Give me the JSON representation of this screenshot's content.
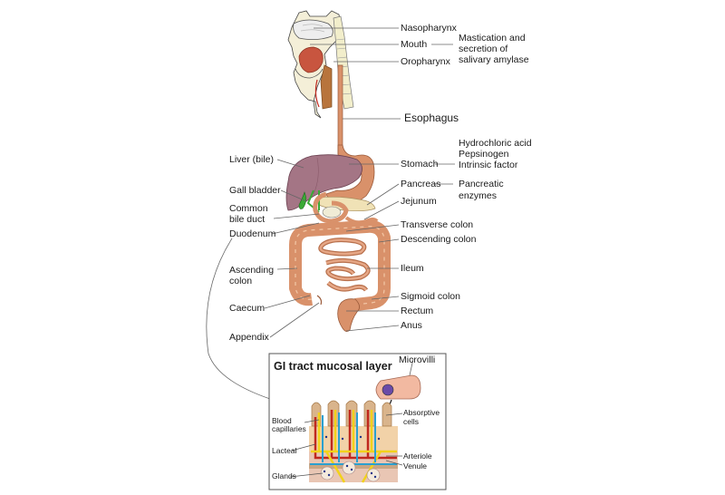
{
  "diagram": {
    "organ_labels_right": {
      "nasopharynx": "Nasopharynx",
      "mouth": "Mouth",
      "oropharynx": "Oropharynx",
      "esophagus": "Esophagus",
      "stomach": "Stomach",
      "pancreas": "Pancreas",
      "jejunum": "Jejunum",
      "transverse_colon": "Transverse colon",
      "descending_colon": "Descending colon",
      "ileum": "Ileum",
      "sigmoid_colon": "Sigmoid colon",
      "rectum": "Rectum",
      "anus": "Anus"
    },
    "organ_labels_left": {
      "liver": "Liver (bile)",
      "gall_bladder": "Gall bladder",
      "common_bile_duct_1": "Common",
      "common_bile_duct_2": "bile duct",
      "duodenum": "Duodenum",
      "ascending_colon_1": "Ascending",
      "ascending_colon_2": "colon",
      "caecum": "Caecum",
      "appendix": "Appendix"
    },
    "functions": {
      "mouth_1": "Mastication and",
      "mouth_2": "secretion of",
      "mouth_3": "salivary amylase",
      "stomach_1": "Hydrochloric acid",
      "stomach_2": "Pepsinogen",
      "stomach_3": "Intrinsic factor",
      "pancreas_1": "Pancreatic",
      "pancreas_2": "enzymes"
    },
    "inset": {
      "title": "GI tract mucosal layer",
      "microvilli": "Microvilli",
      "blood_capillaries_1": "Blood",
      "blood_capillaries_2": "capillaries",
      "lacteal": "Lacteal",
      "glands": "Glands",
      "absorptive_cells_1": "Absorptive",
      "absorptive_cells_2": "cells",
      "arteriole": "Arteriole",
      "venule": "Venule"
    },
    "colors": {
      "gut": "#d9916a",
      "liver": "#a47585",
      "bile": "#3aaa35",
      "tongue": "#c8553f",
      "vertebra": "#f2eecb",
      "artery": "#c0281e",
      "lymph": "#f2d21a",
      "vein": "#2aa0d0"
    }
  }
}
